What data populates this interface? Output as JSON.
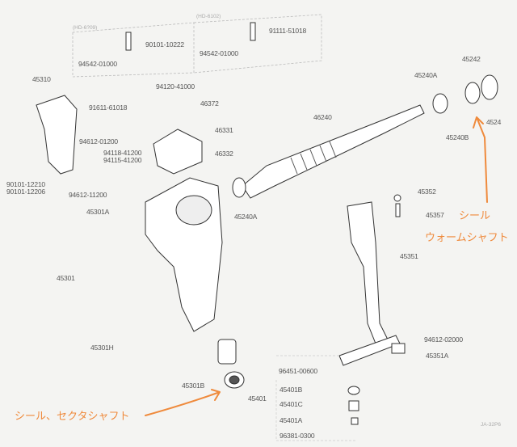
{
  "headers": {
    "left_box": "(HD-6?09)",
    "right_box": "(HD-6102)"
  },
  "parts": {
    "p90101_10222": "90101-10222",
    "p94542_a": "94542-01000",
    "p91111": "91111-51018",
    "p94542_b": "94542-01000",
    "p45310": "45310",
    "p94120": "94120-41000",
    "p91611": "91611-61018",
    "p46372": "46372",
    "p46331": "46331",
    "p94612_01200": "94612-01200",
    "p94118": "94118-41200",
    "p94115": "94115-41200",
    "p46332": "46332",
    "p46240": "46240",
    "p90101_12210": "90101-12210",
    "p90101_12206": "90101-12206",
    "p94612_11200": "94612-11200",
    "p45301A": "45301A",
    "p45240A_low": "45240A",
    "p45240A_high": "45240A",
    "p45242": "45242",
    "p45240B": "45240B",
    "p4524x": "4524",
    "p45352": "45352",
    "p45357": "45357",
    "p45351": "45351",
    "p45301": "45301",
    "p45301H": "45301H",
    "p94612_02000": "94612-02000",
    "p45351A": "45351A",
    "p96451": "96451-00600",
    "p45301B": "45301B",
    "p45401": "45401",
    "p45401B": "45401B",
    "p45401C": "45401C",
    "p45401A": "45401A",
    "p96381": "96381-0300",
    "page_code": "JA-32P6"
  },
  "annotations": {
    "worm_seal_line1": "シール",
    "worm_seal_line2": "ウォームシャフト",
    "sector_seal": "シール、セクタシャフト"
  },
  "colors": {
    "annotation": "#ef8a3c",
    "ink": "#555555"
  }
}
